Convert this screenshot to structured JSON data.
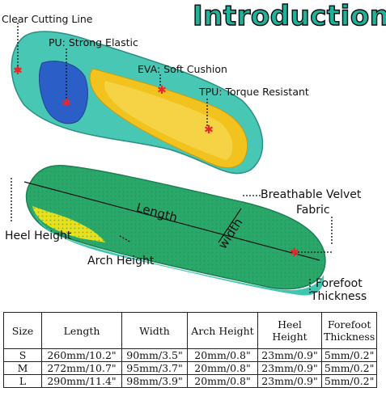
{
  "title": "Introduction",
  "labels": {
    "clear_cutting_line": "Clear Cutting Line",
    "pu": "PU: Strong Elastic",
    "eva": "EVA: Soft Cushion",
    "tpu": "TPU: Torque Resistant",
    "breathable_1": "Breathable Velvet",
    "breathable_2": "Fabric",
    "heel_height": "Heel Height",
    "arch_height": "Arch Height",
    "forefoot_1": "Forefoot",
    "forefoot_2": "Thickness",
    "length": "Length",
    "width": "width"
  },
  "table": {
    "headers": {
      "size": "Size",
      "length": "Length",
      "width": "Width",
      "arch": "Arch Height",
      "heel_1": "Heel",
      "heel_2": "Height",
      "forefoot_1": "Forefoot",
      "forefoot_2": "Thickness"
    },
    "rows": [
      {
        "size": "S",
        "length": "260mm/10.2\"",
        "width": "90mm/3.5\"",
        "arch": "20mm/0.8\"",
        "heel": "23mm/0.9\"",
        "forefoot": "5mm/0.2\""
      },
      {
        "size": "M",
        "length": "272mm/10.7\"",
        "width": "95mm/3.7\"",
        "arch": "20mm/0.8\"",
        "heel": "23mm/0.9\"",
        "forefoot": "5mm/0.2\""
      },
      {
        "size": "L",
        "length": "290mm/11.4\"",
        "width": "98mm/3.9\"",
        "arch": "20mm/0.8\"",
        "heel": "23mm/0.9\"",
        "forefoot": "5mm/0.2\""
      }
    ]
  },
  "colors": {
    "title": "#1fb39c",
    "insole_base": "#48c8b4",
    "insole_top": "#2aa86a",
    "eva_yellow": "#f2c21e",
    "pu_blue": "#2b5fc7",
    "marker_red": "#e8262b"
  }
}
